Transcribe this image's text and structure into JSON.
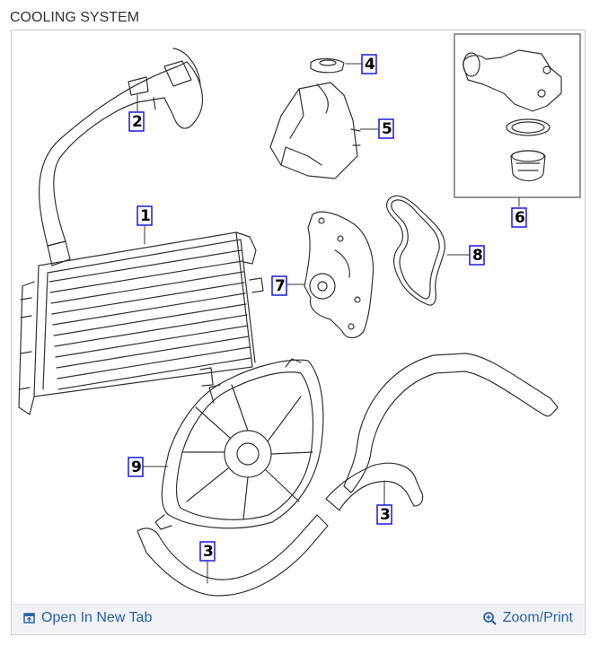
{
  "title": "COOLING SYSTEM",
  "footer": {
    "open_label": "Open In New Tab",
    "zoom_label": "Zoom/Print",
    "open_icon": "open-in-new-tab-icon",
    "zoom_icon": "zoom-magnifier-icon",
    "link_color": "#2a62a8"
  },
  "callouts": {
    "c1": "1",
    "c2": "2",
    "c3a": "3",
    "c3b": "3",
    "c4": "4",
    "c5": "5",
    "c6": "6",
    "c7": "7",
    "c8": "8",
    "c9": "9"
  },
  "colors": {
    "label_border": "#1a1adb",
    "label_fill": "#ffffff",
    "line": "#333333"
  }
}
